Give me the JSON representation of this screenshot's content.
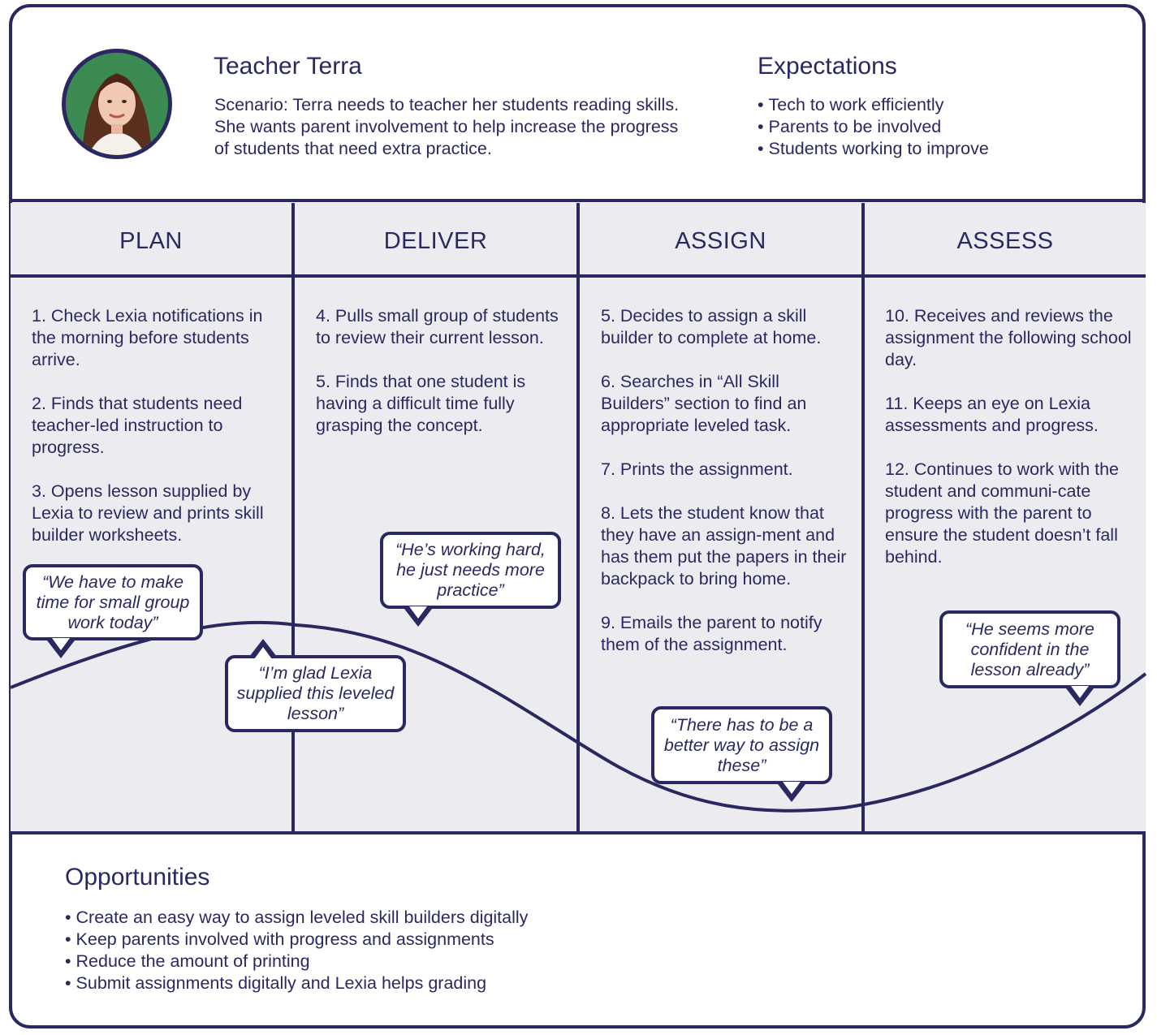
{
  "persona": {
    "name": "Teacher Terra",
    "scenario": "Scenario: Terra needs to teacher her students reading skills. She wants parent involvement to help increase the progress of students that need extra practice."
  },
  "expectations": {
    "title": "Expectations",
    "items": [
      "Tech to work efficiently",
      "Parents to be involved",
      "Students working to improve"
    ]
  },
  "stages": [
    {
      "title": "PLAN",
      "steps": [
        "1. Check Lexia notifications in  the morning before students arrive.",
        "2. Finds that students need teacher-led instruction to progress.",
        "3. Opens lesson supplied by Lexia to review and prints skill builder worksheets."
      ]
    },
    {
      "title": "DELIVER",
      "steps": [
        "4. Pulls small group of students to review their current lesson.",
        "5. Finds that one student is having a difficult time fully grasping the concept."
      ]
    },
    {
      "title": "ASSIGN",
      "steps": [
        "5. Decides to assign a skill builder to complete at home.",
        "6. Searches in “All Skill Builders” section to find an appropriate leveled task.",
        "7. Prints the assignment.",
        "8. Lets the student know that they have an assign-ment and has them put the papers in their backpack to bring home.",
        "9. Emails the parent to notify them of the assignment."
      ]
    },
    {
      "title": "ASSESS",
      "steps": [
        "10. Receives and reviews the assignment the following school day.",
        "11. Keeps an eye on Lexia assessments and progress.",
        "12. Continues to work with the student and communi-cate progress with the parent to ensure the student doesn’t fall behind."
      ]
    }
  ],
  "quotes": [
    "“We have to make time for small group work today”",
    "“I’m glad Lexia supplied this leveled lesson”",
    "“He’s working hard, he just needs more practice”",
    "“There has to be a better way to assign these”",
    "“He seems more confident in the lesson already”"
  ],
  "opportunities": {
    "title": "Opportunities",
    "items": [
      "Create an easy way to assign leveled skill builders digitally",
      "Keep parents involved with progress and assignments",
      "Reduce the amount of printing",
      "Submit assignments digitally and Lexia helps grading"
    ]
  },
  "colors": {
    "primary": "#2a2860",
    "stage_bg": "#ececf0",
    "card_bg": "#ffffff"
  }
}
